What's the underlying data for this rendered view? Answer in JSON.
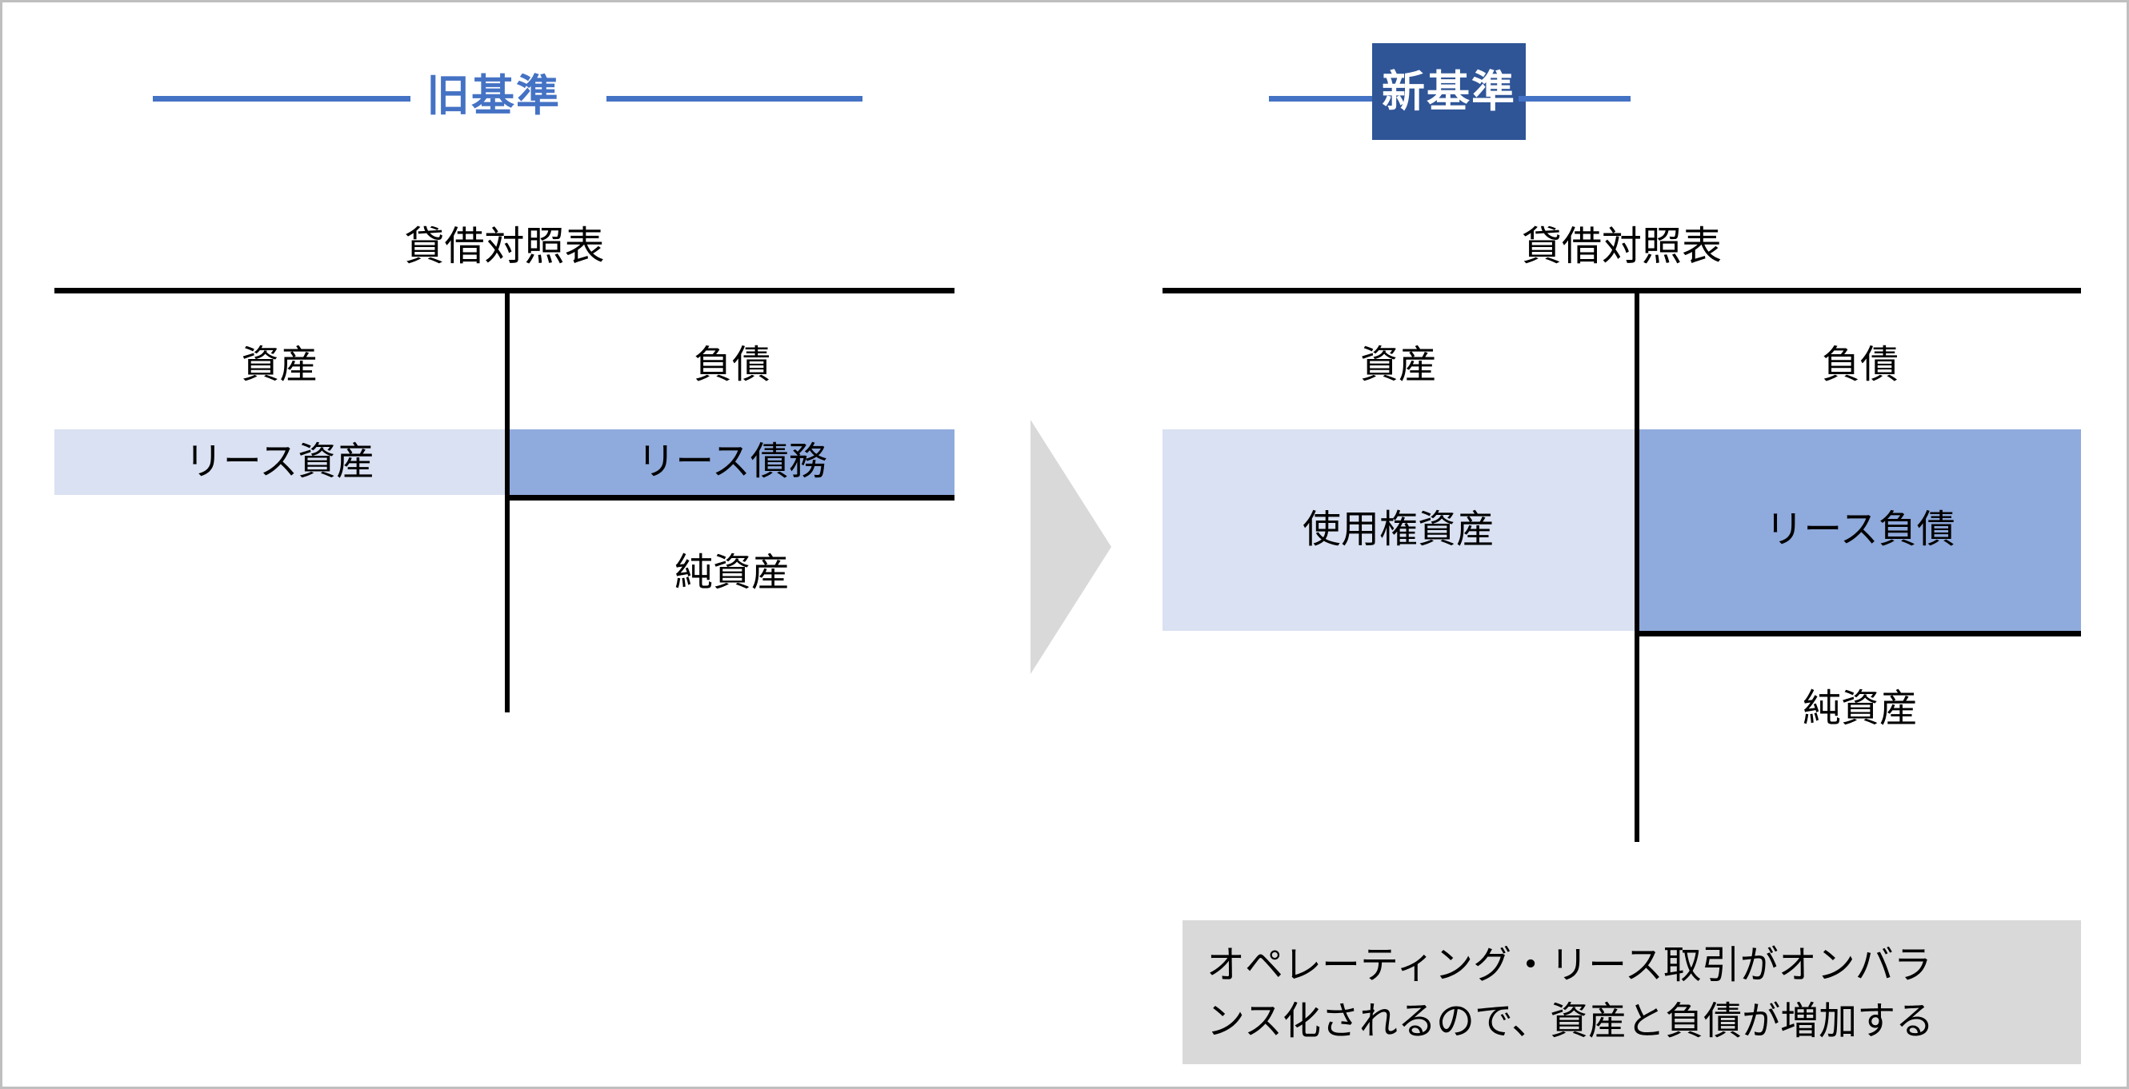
{
  "slide": {
    "background_color": "#FFFFFF",
    "border_color": "#BFBFBF",
    "canvas_background": "#FBFAF7"
  },
  "palette": {
    "accent_blue": "#4472C4",
    "dark_blue": "#2F5597",
    "asset_fill": "#D9E1F2",
    "liability_fill": "#8FAADC",
    "arrow_gray": "#D9D9D9",
    "caption_gray": "#D9D9D9",
    "rule_black": "#000000"
  },
  "left_panel": {
    "header": {
      "label": "旧基準",
      "style": "plain-blue-text-with-rules"
    },
    "balance_sheet": {
      "title": "貸借対照表",
      "columns": [
        {
          "header": "資産",
          "side": "left"
        },
        {
          "header": "負債",
          "side": "right"
        }
      ],
      "rows": [
        {
          "asset_item": "リース資産",
          "liability_item": "リース債務",
          "highlighted": true
        },
        {
          "asset_item": "",
          "liability_item": "純資産",
          "highlighted": false
        }
      ]
    }
  },
  "arrow": {
    "icon": "right-triangle-arrow-icon",
    "direction": "right",
    "color": "#D9D9D9"
  },
  "right_panel": {
    "header": {
      "label": "新基準",
      "style": "white-text-on-dark-blue-box"
    },
    "balance_sheet": {
      "title": "貸借対照表",
      "columns": [
        {
          "header": "資産",
          "side": "left"
        },
        {
          "header": "負債",
          "side": "right"
        }
      ],
      "rows": [
        {
          "asset_item": "使用権資産",
          "liability_item": "リース負債",
          "highlighted": true
        },
        {
          "asset_item": "",
          "liability_item": "純資産",
          "highlighted": false
        }
      ]
    },
    "caption": {
      "line1": "オペレーティング・リース取引がオンバラ",
      "line2": "ンス化されるので、資産と負債が増加する",
      "full_text": "オペレーティング・リース取引がオンバランス化されるので、資産と負債が増加する"
    }
  }
}
